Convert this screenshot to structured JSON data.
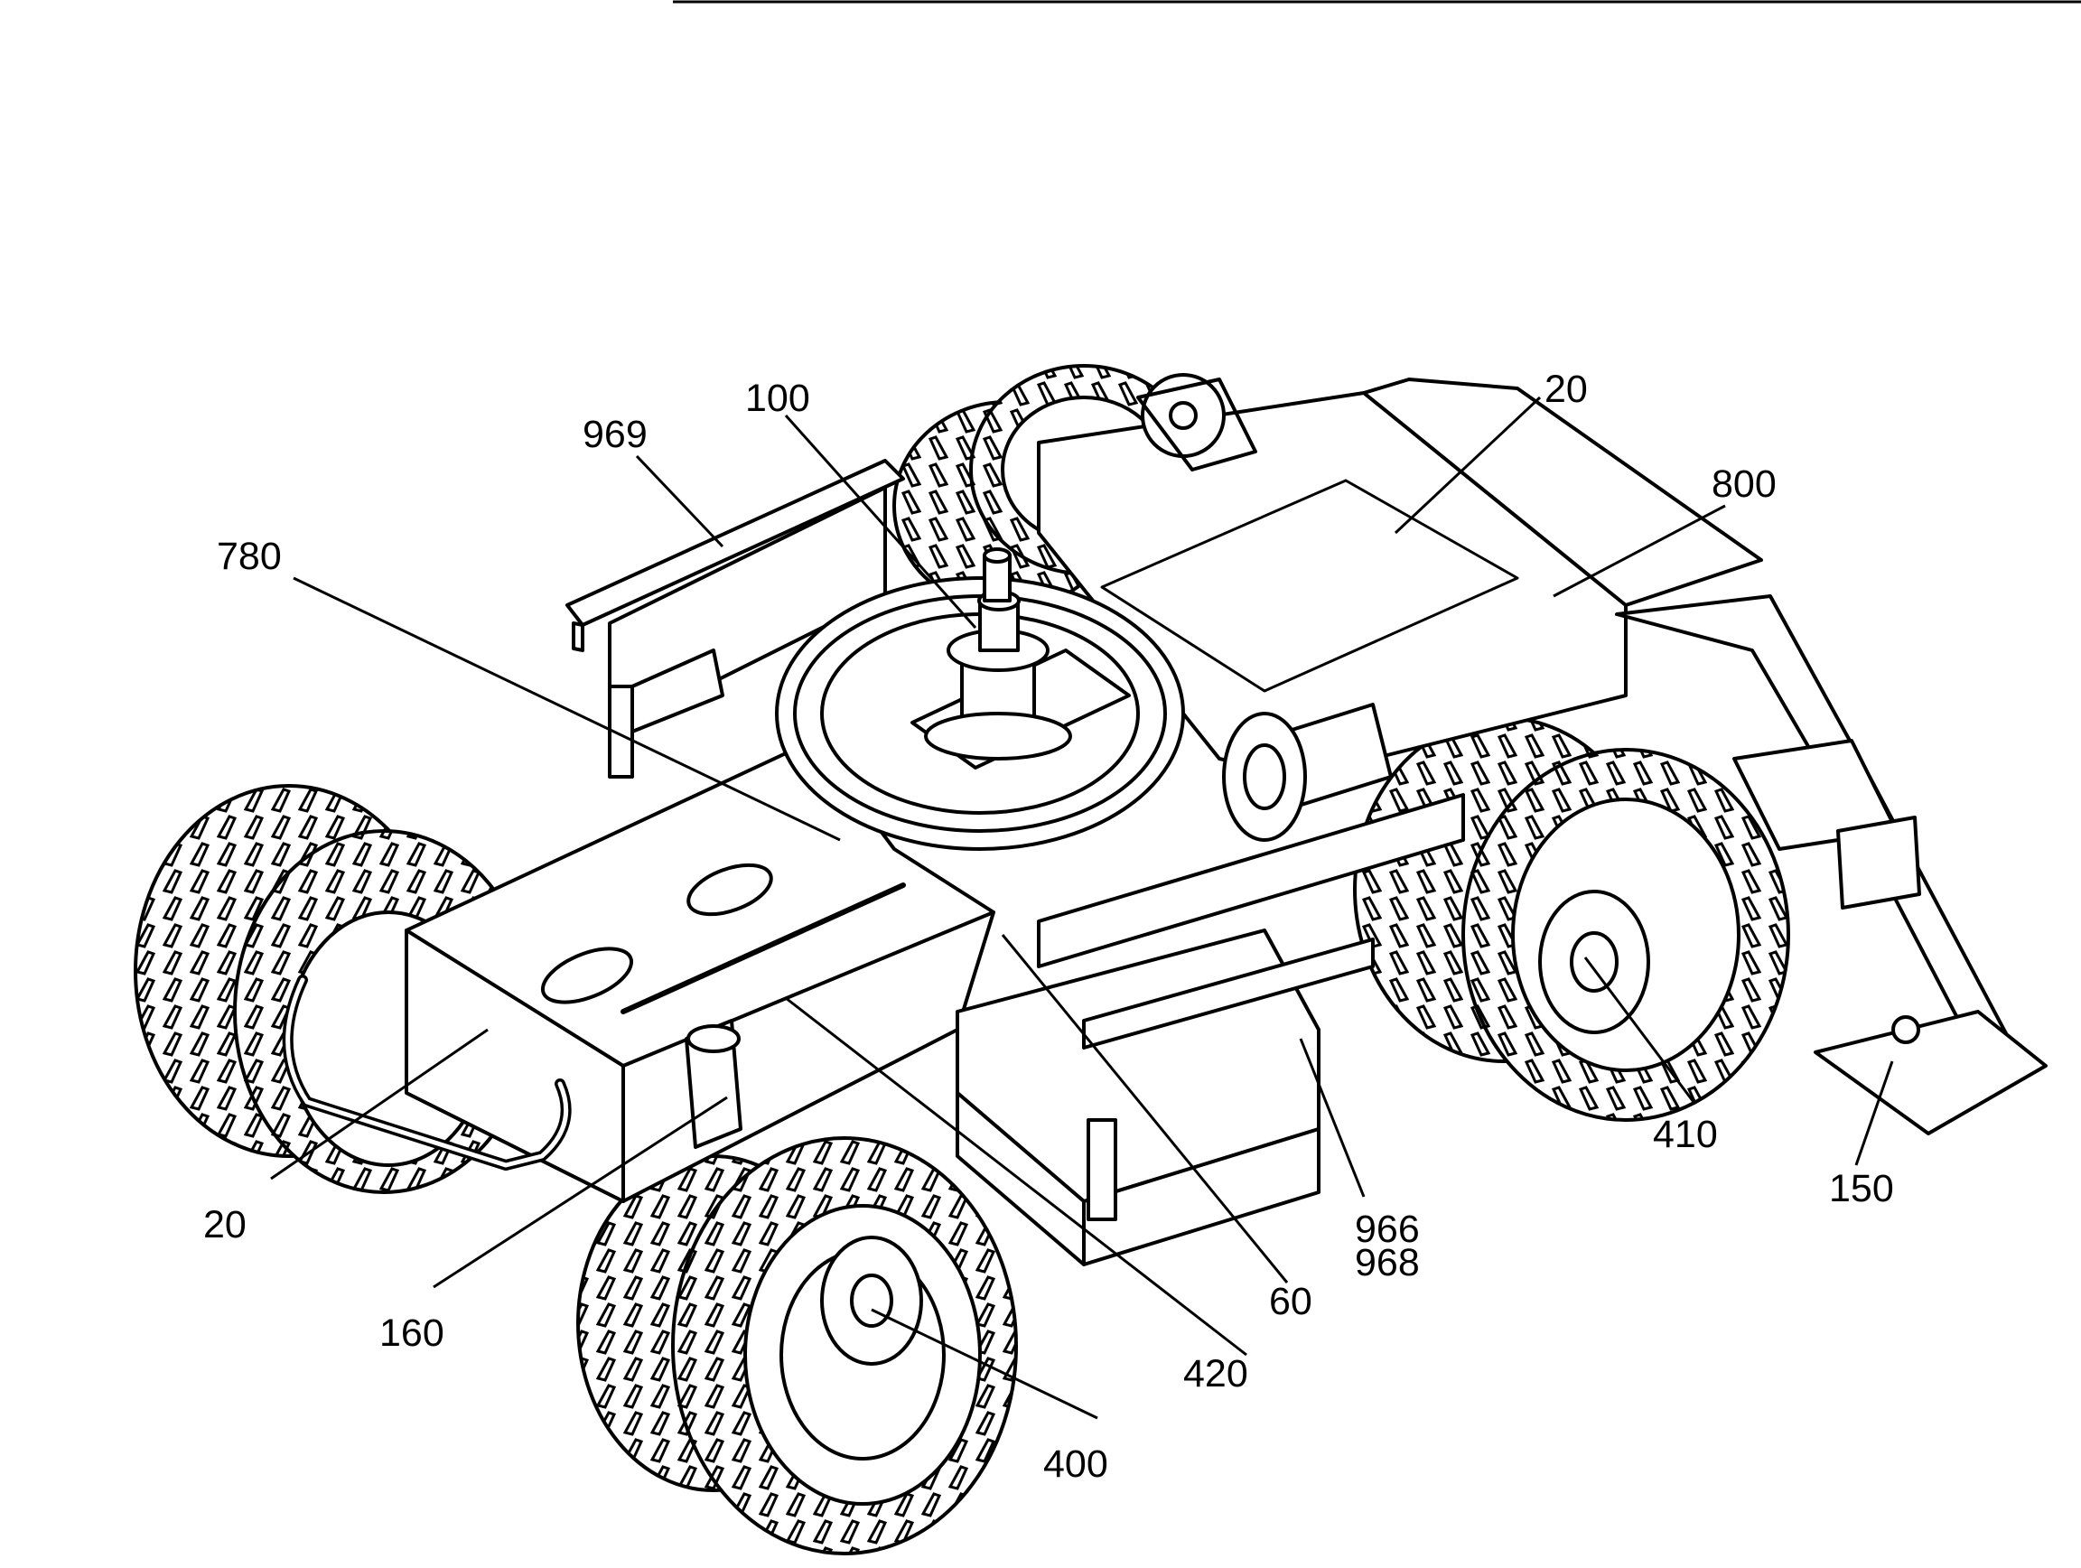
{
  "diagram": {
    "stroke_color": "#000000",
    "background_color": "#ffffff",
    "subject": "wheeled-undercarriage-with-outriggers",
    "callouts": [
      {
        "id": "c969",
        "text": "969"
      },
      {
        "id": "c100",
        "text": "100"
      },
      {
        "id": "c20top",
        "text": "20"
      },
      {
        "id": "c800",
        "text": "800"
      },
      {
        "id": "c780",
        "text": "780"
      },
      {
        "id": "c20left",
        "text": "20"
      },
      {
        "id": "c160",
        "text": "160"
      },
      {
        "id": "c420",
        "text": "420"
      },
      {
        "id": "c60",
        "text": "60"
      },
      {
        "id": "c966",
        "text": "966"
      },
      {
        "id": "c968",
        "text": "968"
      },
      {
        "id": "c410",
        "text": "410"
      },
      {
        "id": "c150",
        "text": "150"
      },
      {
        "id": "c400",
        "text": "400"
      }
    ]
  }
}
